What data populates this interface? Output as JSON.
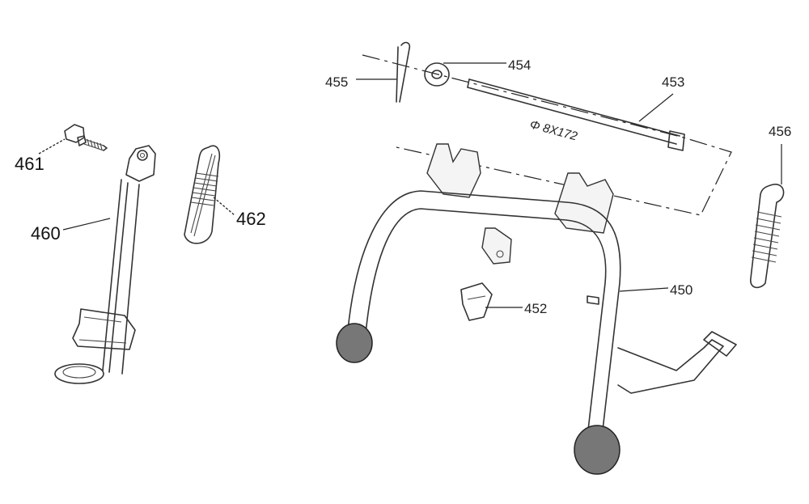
{
  "labels": {
    "p461": "461",
    "p460": "460",
    "p462": "462",
    "p455": "455",
    "p454": "454",
    "p453": "453",
    "p456": "456",
    "p452": "452",
    "p450": "450",
    "dimension": "Φ 8X172"
  }
}
